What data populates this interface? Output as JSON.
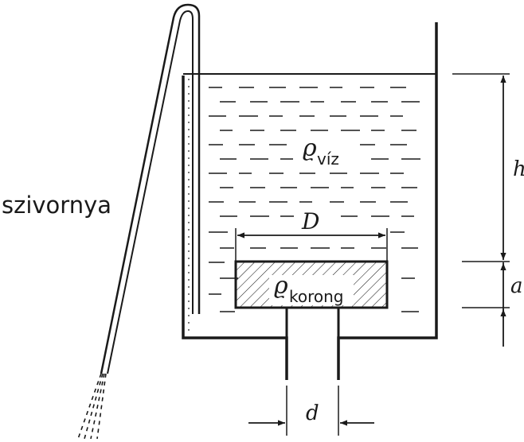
{
  "labels": {
    "siphon": "szivornya",
    "rho": "ϱ",
    "water_sub": "víz",
    "disk_sub": "korong",
    "D": "D",
    "d": "d",
    "h": "h",
    "a": "a"
  },
  "colors": {
    "ink": "#1a1a1a",
    "paper": "#ffffff"
  }
}
